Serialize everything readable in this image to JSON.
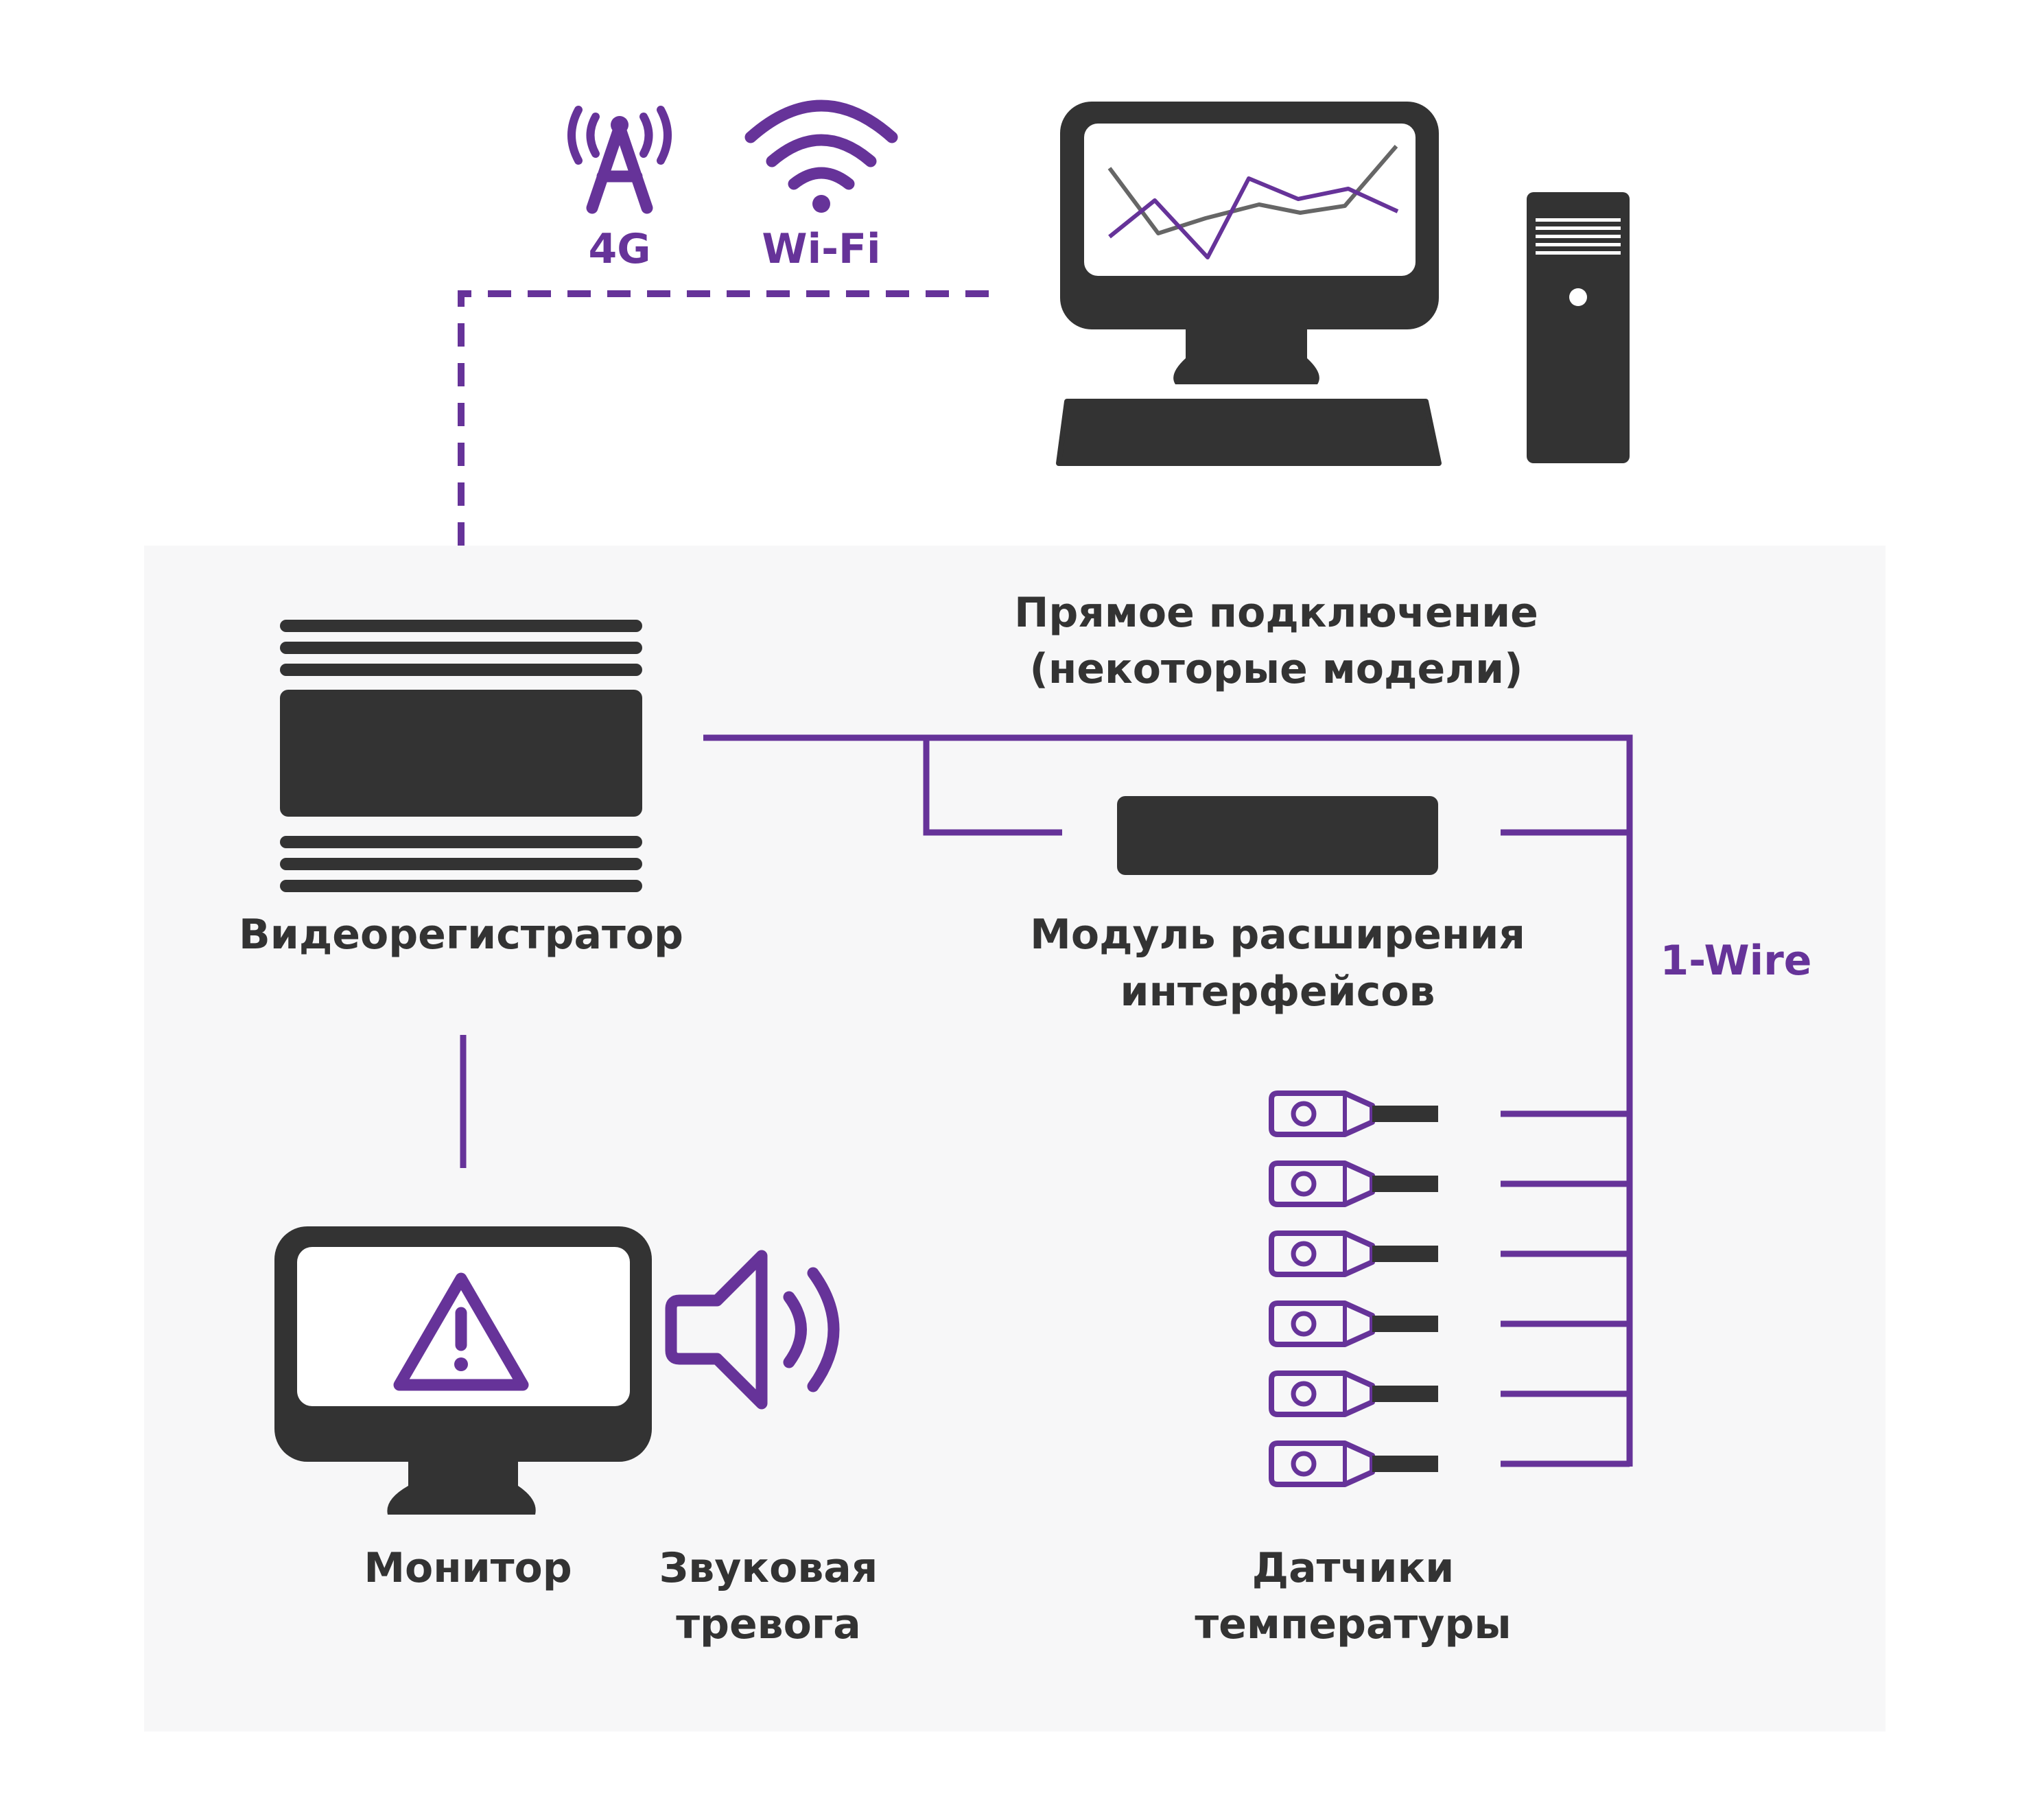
{
  "colors": {
    "purple": "#663399",
    "dark": "#333333",
    "panel": "#f7f7f8",
    "screen": "#ffffff",
    "chart_grey": "#666666"
  },
  "connectivity": {
    "lte_label": "4G",
    "lte_icon": "cell-tower-icon",
    "wifi_label": "Wi-Fi",
    "wifi_icon": "wifi-icon"
  },
  "workstation": {
    "monitor_icon": "monitor-chart-icon",
    "tower_icon": "pc-tower-icon",
    "keyboard_icon": "keyboard-icon"
  },
  "nvr": {
    "label": "Видеорегистратор",
    "icon": "nvr-device-icon"
  },
  "direct_connection": {
    "line1": "Прямое подключение",
    "line2": "(некоторые модели)"
  },
  "expansion_module": {
    "line1": "Модуль расширения",
    "line2": "интерфейсов",
    "icon": "expansion-module-icon"
  },
  "bus": {
    "label": "1-Wire"
  },
  "monitor": {
    "label": "Монитор",
    "icon": "warning-monitor-icon"
  },
  "alarm": {
    "line1": "Звуковая",
    "line2": "тревога",
    "icon": "speaker-icon"
  },
  "sensors": {
    "line1": "Датчики",
    "line2": "температуры",
    "icon": "temperature-probe-icon",
    "count": 6
  }
}
